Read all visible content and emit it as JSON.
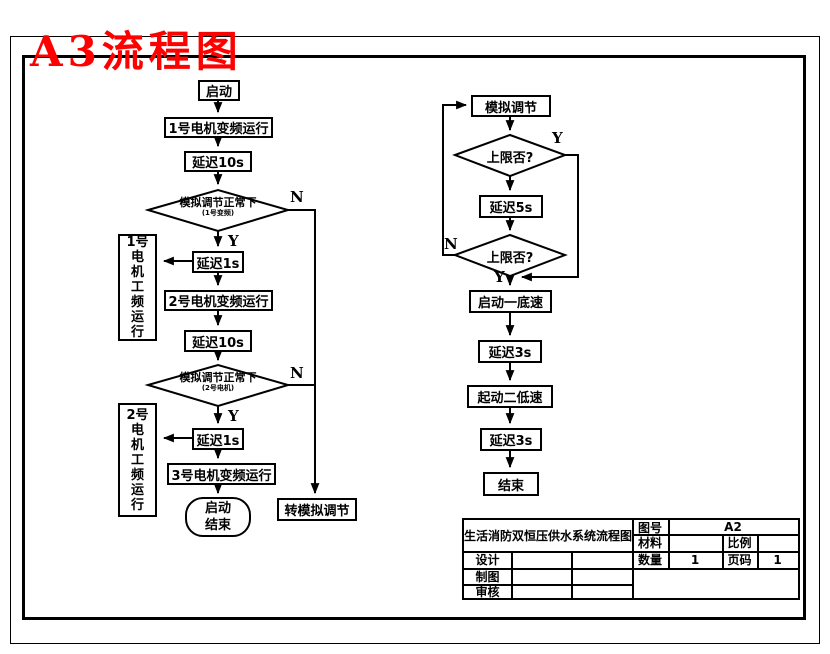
{
  "sheet": {
    "annotation_title": "A3流程图"
  },
  "colors": {
    "annotation_red": "#ff0000",
    "line_black": "#000000",
    "paper_white": "#ffffff"
  },
  "left_flow": {
    "start": "启动",
    "motor1_vfd": "1号电机变频运行",
    "delay_10s_a": "延迟10s",
    "decision1_main": "模拟调节正常下",
    "decision1_sub": "(1号变频)",
    "decision1_no": "N",
    "decision1_yes": "Y",
    "motor1_mains_vertical": "1号\n电\n机\n工\n频\n运\n行",
    "delay_1s_a": "延迟1s",
    "motor2_vfd": "2号电机变频运行",
    "delay_10s_b": "延迟10s",
    "decision2_main": "模拟调节正常下",
    "decision2_sub": "(2号电机)",
    "decision2_no": "N",
    "decision2_yes": "Y",
    "motor2_mains_vertical": "2号\n电\n机\n工\n频\n运\n行",
    "delay_1s_b": "延迟1s",
    "motor3_vfd": "3号电机变频运行",
    "end_terminal": "启动\n结束",
    "goto_analog": "转模拟调节"
  },
  "right_flow": {
    "analog_adjust": "模拟调节",
    "upper_limit_1": "上限否?",
    "upper1_yes": "Y",
    "delay_5s": "延迟5s",
    "upper_limit_2": "上限否?",
    "upper2_no": "N",
    "upper2_yes": "Y",
    "start_pump1_low": "启动一底速",
    "delay_3s_a": "延迟3s",
    "start_pump2_low": "起动二低速",
    "delay_3s_b": "延迟3s",
    "end": "结束"
  },
  "title_block": {
    "drawing_title": "生活消防双恒压供水系统流程图",
    "drawing_no_label": "图号",
    "drawing_no": "A2",
    "material_label": "材料",
    "material": "",
    "scale_label": "比例",
    "scale": "",
    "quantity_label": "数量",
    "quantity": "1",
    "page_label": "页码",
    "page": "1",
    "designer_label": "设计",
    "drafter_label": "制图",
    "checker_label": "审核"
  }
}
